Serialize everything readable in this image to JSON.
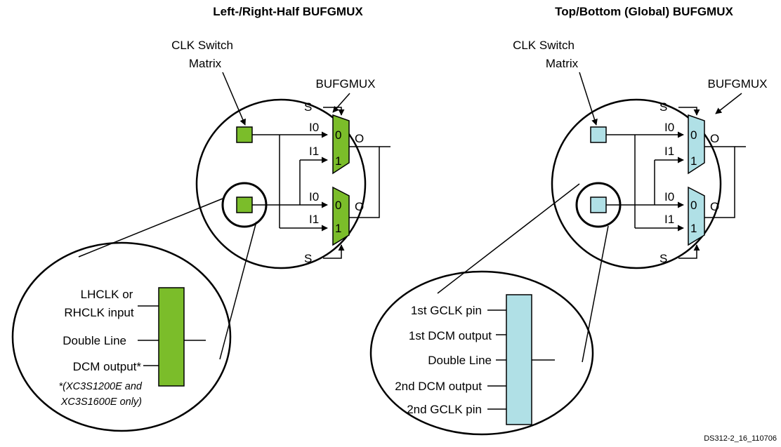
{
  "figure_id": "DS312-2_16_110706",
  "colors": {
    "left_fill": "#7bbd2a",
    "right_fill": "#b0e0e6",
    "line": "#000000"
  },
  "left": {
    "title": "Left-/Right-Half BUFGMUX",
    "switch_label_line1": "CLK Switch",
    "switch_label_line2": "Matrix",
    "bufgmux_label": "BUFGMUX",
    "mux_top": {
      "sel": "S",
      "in0": "I0",
      "in1": "I1",
      "out": "O",
      "bit0": "0",
      "bit1": "1"
    },
    "mux_bottom": {
      "sel": "S",
      "in0": "I0",
      "in1": "I1",
      "out": "O",
      "bit0": "0",
      "bit1": "1"
    },
    "inputs": [
      "LHCLK or",
      "RHCLK input",
      "Double Line",
      "DCM output*"
    ],
    "footnote_line1": "*(XC3S1200E and",
    "footnote_line2": "XC3S1600E only)"
  },
  "right": {
    "title": "Top/Bottom (Global) BUFGMUX",
    "switch_label_line1": "CLK Switch",
    "switch_label_line2": "Matrix",
    "bufgmux_label": "BUFGMUX",
    "mux_top": {
      "sel": "S",
      "in0": "I0",
      "in1": "I1",
      "out": "O",
      "bit0": "0",
      "bit1": "1"
    },
    "mux_bottom": {
      "sel": "S",
      "in0": "I0",
      "in1": "I1",
      "out": "O",
      "bit0": "0",
      "bit1": "1"
    },
    "inputs": [
      "1st GCLK pin",
      "1st DCM output",
      "Double Line",
      "2nd DCM output",
      "2nd GCLK pin"
    ]
  }
}
